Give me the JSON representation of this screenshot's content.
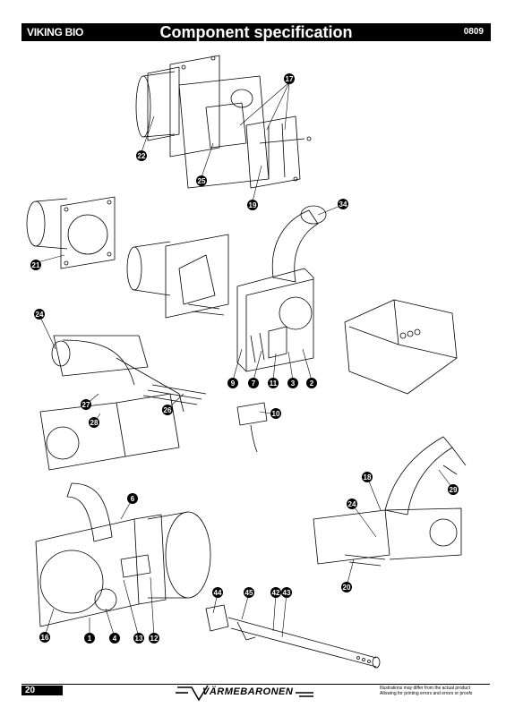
{
  "header": {
    "brand": "VIKING BIO",
    "title": "Component specification",
    "code": "0809"
  },
  "callouts": [
    "17",
    "22",
    "25",
    "19",
    "34",
    "21",
    "9",
    "7",
    "11",
    "3",
    "2",
    "24",
    "26",
    "27",
    "28",
    "10",
    "6",
    "18",
    "29",
    "24",
    "20",
    "16",
    "1",
    "4",
    "13",
    "12",
    "44",
    "45",
    "42",
    "43"
  ],
  "footer": {
    "page_number": "20",
    "logo": "VÄRMEBARONEN",
    "disclaimer_line1": "Illustrations may differ from the actual product",
    "disclaimer_line2": "Allowing for printing errors and errors or proofs"
  }
}
